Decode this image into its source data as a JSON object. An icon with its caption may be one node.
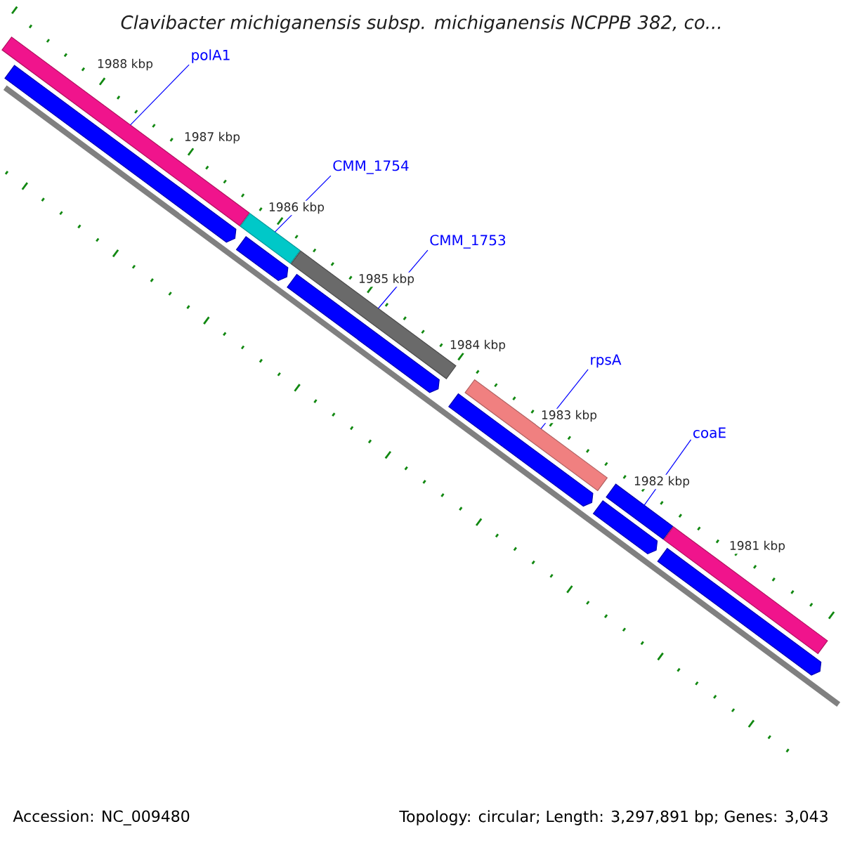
{
  "diagram": {
    "title": "Clavibacter michiganensis subsp. michiganensis NCPPB 382, co...",
    "nodes": [
      {
        "text": [
          "polA1"
        ]
      },
      {
        "text": [
          "CMM_1754"
        ]
      },
      {
        "text": [
          "CMM_1753"
        ]
      },
      {
        "text": [
          "rpsA"
        ]
      },
      {
        "text": [
          "coaE"
        ]
      },
      {
        "text": [],
        "shape": "bar"
      },
      {
        "text": [],
        "shape": "bar"
      },
      {
        "text": [],
        "shape": "bar"
      },
      {
        "text": [],
        "shape": "bar"
      },
      {
        "text": [],
        "shape": "bar"
      },
      {
        "text": [],
        "shape": "bar"
      },
      {
        "text": [],
        "shape": "pentagon"
      },
      {
        "text": [],
        "shape": "pentagon"
      },
      {
        "text": [],
        "shape": "pentagon"
      },
      {
        "text": [],
        "shape": "pentagon"
      },
      {
        "text": [],
        "shape": "pentagon"
      },
      {
        "text": [],
        "shape": "pentagon"
      }
    ],
    "edges": [
      {
        "from": 0,
        "to": 5,
        "arrow": "none"
      },
      {
        "from": 1,
        "to": 6,
        "arrow": "none"
      },
      {
        "from": 2,
        "to": 7,
        "arrow": "none"
      },
      {
        "from": 3,
        "to": 8,
        "arrow": "none"
      },
      {
        "from": 4,
        "to": 9,
        "arrow": "none"
      }
    ],
    "labels": [
      "1988 kbp",
      "1987 kbp",
      "1986 kbp",
      "1985 kbp",
      "1984 kbp",
      "1983 kbp",
      "1982 kbp",
      "1981 kbp",
      "Accession: NC_009480",
      "Topology: circular; Length: 3,297,891 bp; Genes: 3,043"
    ]
  }
}
